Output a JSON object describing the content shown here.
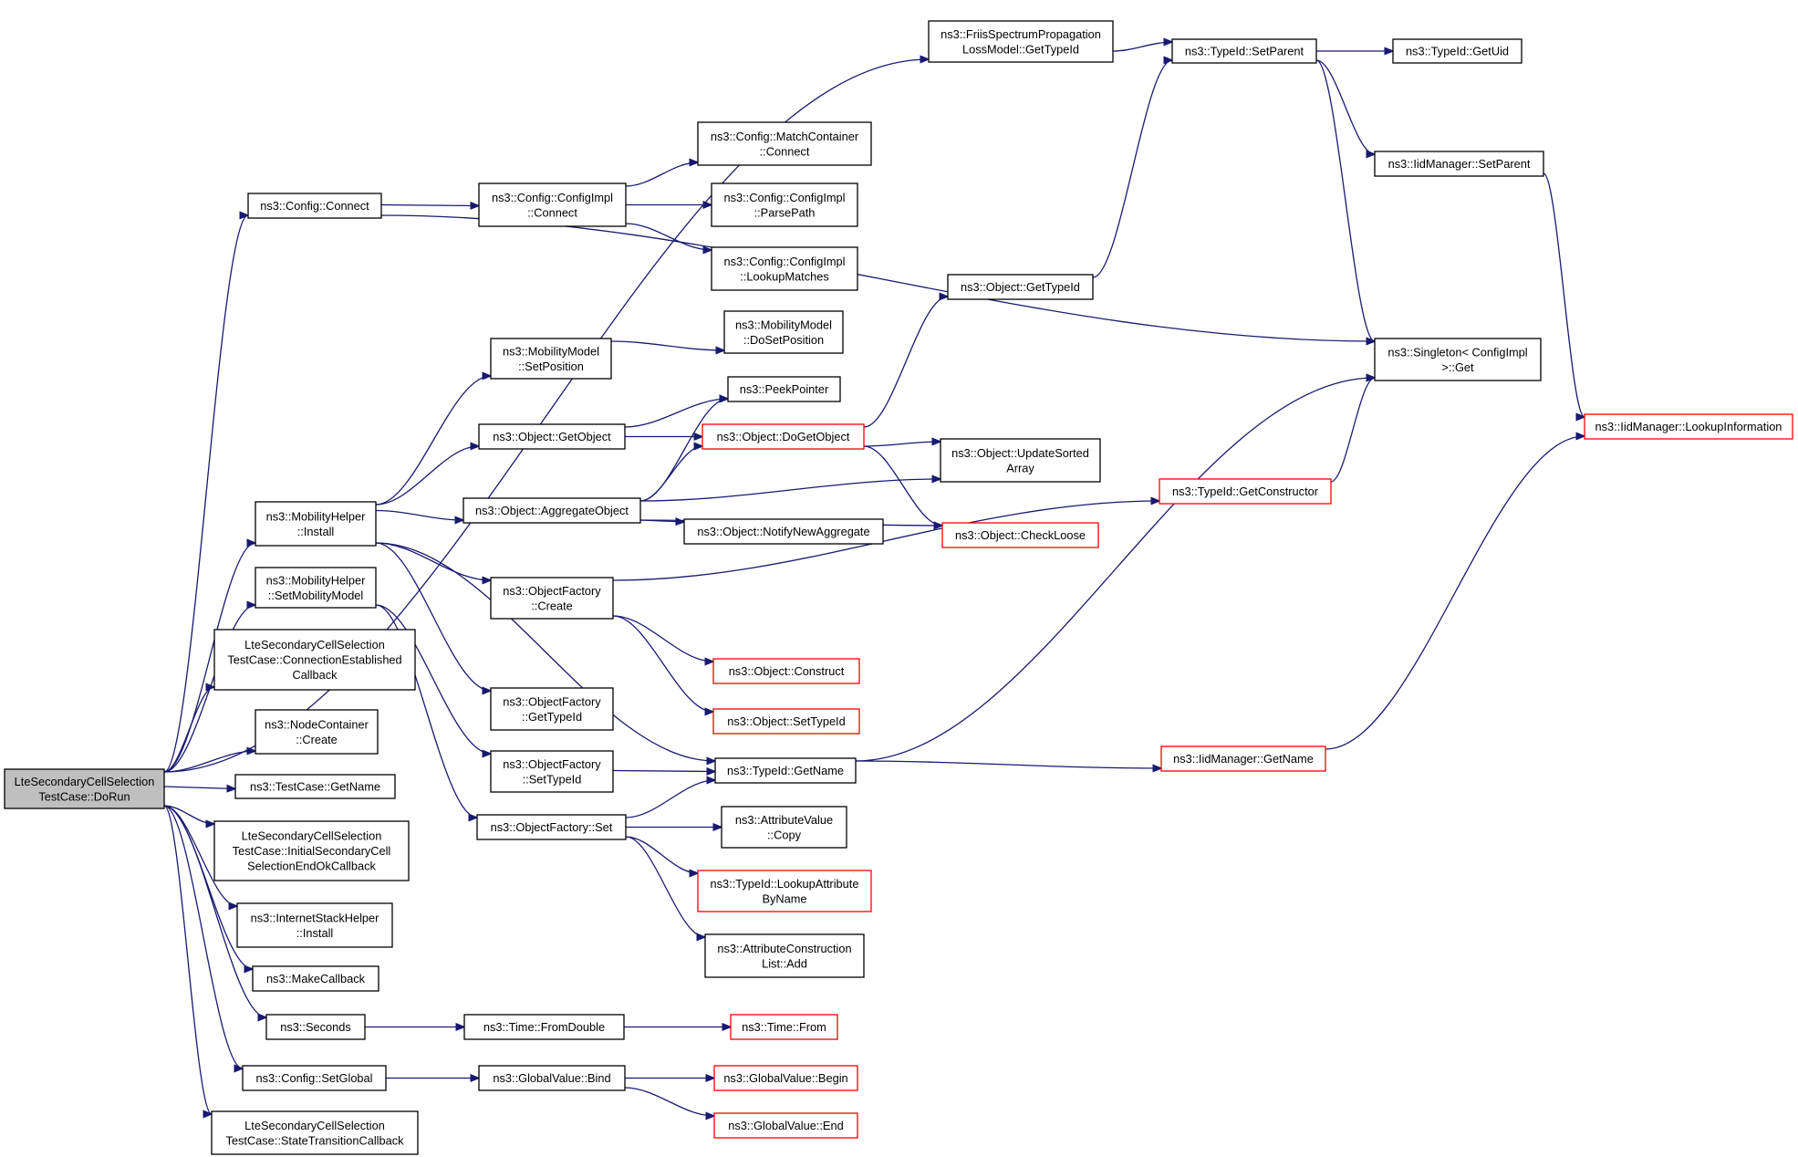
{
  "colors": {
    "edge": "#191970",
    "node_border": "#000000",
    "truncated_node_border": "#ff0000",
    "root_fill": "#bfbfbf",
    "background": "#ffffff"
  },
  "nodes": [
    {
      "id": "dorun",
      "root": true,
      "lines": [
        "LteSecondaryCellSelection",
        "TestCase::DoRun"
      ]
    },
    {
      "id": "friis",
      "lines": [
        "ns3::FriisSpectrumPropagation",
        "LossModel::GetTypeId"
      ]
    },
    {
      "id": "tid_setparent",
      "lines": [
        "ns3::TypeId::SetParent"
      ]
    },
    {
      "id": "tid_getuid",
      "lines": [
        "ns3::TypeId::GetUid"
      ]
    },
    {
      "id": "iid_setparent",
      "lines": [
        "ns3::IidManager::SetParent"
      ]
    },
    {
      "id": "cfg_connect",
      "lines": [
        "ns3::Config::Connect"
      ]
    },
    {
      "id": "cfgimpl_connect",
      "lines": [
        "ns3::Config::ConfigImpl",
        "::Connect"
      ]
    },
    {
      "id": "mc_connect",
      "lines": [
        "ns3::Config::MatchContainer",
        "::Connect"
      ]
    },
    {
      "id": "parsepath",
      "lines": [
        "ns3::Config::ConfigImpl",
        "::ParsePath"
      ]
    },
    {
      "id": "lookupmatches",
      "lines": [
        "ns3::Config::ConfigImpl",
        "::LookupMatches"
      ]
    },
    {
      "id": "obj_gettypeid",
      "lines": [
        "ns3::Object::GetTypeId"
      ]
    },
    {
      "id": "singleton_get",
      "lines": [
        "ns3::Singleton< ConfigImpl",
        " >::Get"
      ]
    },
    {
      "id": "mm_dosetposition",
      "lines": [
        "ns3::MobilityModel",
        "::DoSetPosition"
      ]
    },
    {
      "id": "mm_setposition",
      "lines": [
        "ns3::MobilityModel",
        "::SetPosition"
      ]
    },
    {
      "id": "peekpointer",
      "lines": [
        "ns3::PeekPointer"
      ]
    },
    {
      "id": "obj_getobject",
      "lines": [
        "ns3::Object::GetObject"
      ]
    },
    {
      "id": "obj_dogetobject",
      "truncated": true,
      "lines": [
        "ns3::Object::DoGetObject"
      ]
    },
    {
      "id": "updatesorted",
      "lines": [
        "ns3::Object::UpdateSorted",
        "Array"
      ]
    },
    {
      "id": "iid_lookupinfo",
      "truncated": true,
      "lines": [
        "ns3::IidManager::LookupInformation"
      ]
    },
    {
      "id": "tid_getconstructor",
      "truncated": true,
      "lines": [
        "ns3::TypeId::GetConstructor"
      ]
    },
    {
      "id": "mh_install",
      "lines": [
        "ns3::MobilityHelper",
        "::Install"
      ]
    },
    {
      "id": "aggregateobject",
      "lines": [
        "ns3::Object::AggregateObject"
      ]
    },
    {
      "id": "notifynewaggregate",
      "lines": [
        "ns3::Object::NotifyNewAggregate"
      ]
    },
    {
      "id": "checkloose",
      "truncated": true,
      "lines": [
        "ns3::Object::CheckLoose"
      ]
    },
    {
      "id": "mh_setmobilitymodel",
      "lines": [
        "ns3::MobilityHelper",
        "::SetMobilityModel"
      ]
    },
    {
      "id": "of_create",
      "lines": [
        "ns3::ObjectFactory",
        "::Create"
      ]
    },
    {
      "id": "conn_established",
      "lines": [
        "LteSecondaryCellSelection",
        "TestCase::ConnectionEstablished",
        "Callback"
      ]
    },
    {
      "id": "obj_construct",
      "truncated": true,
      "lines": [
        "ns3::Object::Construct"
      ]
    },
    {
      "id": "of_gettypeid",
      "lines": [
        "ns3::ObjectFactory",
        "::GetTypeId"
      ]
    },
    {
      "id": "obj_settypeid",
      "truncated": true,
      "lines": [
        "ns3::Object::SetTypeId"
      ]
    },
    {
      "id": "nc_create",
      "lines": [
        "ns3::NodeContainer",
        "::Create"
      ]
    },
    {
      "id": "of_settypeid",
      "lines": [
        "ns3::ObjectFactory",
        "::SetTypeId"
      ]
    },
    {
      "id": "tid_getname",
      "lines": [
        "ns3::TypeId::GetName"
      ]
    },
    {
      "id": "iid_getname",
      "truncated": true,
      "lines": [
        "ns3::IidManager::GetName"
      ]
    },
    {
      "id": "tc_getname",
      "lines": [
        "ns3::TestCase::GetName"
      ]
    },
    {
      "id": "attrval_copy",
      "lines": [
        "ns3::AttributeValue",
        "::Copy"
      ]
    },
    {
      "id": "of_set",
      "lines": [
        "ns3::ObjectFactory::Set"
      ]
    },
    {
      "id": "initial_secondary",
      "lines": [
        "LteSecondaryCellSelection",
        "TestCase::InitialSecondaryCell",
        "SelectionEndOkCallback"
      ]
    },
    {
      "id": "tid_lookupattr",
      "truncated": true,
      "lines": [
        "ns3::TypeId::LookupAttribute",
        "ByName"
      ]
    },
    {
      "id": "ish_install",
      "lines": [
        "ns3::InternetStackHelper",
        "::Install"
      ]
    },
    {
      "id": "acl_add",
      "lines": [
        "ns3::AttributeConstruction",
        "List::Add"
      ]
    },
    {
      "id": "makecallback",
      "lines": [
        "ns3::MakeCallback"
      ]
    },
    {
      "id": "seconds",
      "lines": [
        "ns3::Seconds"
      ]
    },
    {
      "id": "time_fromdouble",
      "lines": [
        "ns3::Time::FromDouble"
      ]
    },
    {
      "id": "time_from",
      "truncated": true,
      "lines": [
        "ns3::Time::From"
      ]
    },
    {
      "id": "cfg_setglobal",
      "lines": [
        "ns3::Config::SetGlobal"
      ]
    },
    {
      "id": "gv_bind",
      "lines": [
        "ns3::GlobalValue::Bind"
      ]
    },
    {
      "id": "gv_begin",
      "truncated": true,
      "lines": [
        "ns3::GlobalValue::Begin"
      ]
    },
    {
      "id": "gv_end",
      "truncated": true,
      "lines": [
        "ns3::GlobalValue::End"
      ]
    },
    {
      "id": "state_transition",
      "lines": [
        "LteSecondaryCellSelection",
        "TestCase::StateTransitionCallback"
      ]
    }
  ],
  "edges": [
    [
      "dorun",
      "friis"
    ],
    [
      "dorun",
      "cfg_connect"
    ],
    [
      "dorun",
      "mh_install"
    ],
    [
      "dorun",
      "mh_setmobilitymodel"
    ],
    [
      "dorun",
      "conn_established"
    ],
    [
      "dorun",
      "nc_create"
    ],
    [
      "dorun",
      "tc_getname"
    ],
    [
      "dorun",
      "initial_secondary"
    ],
    [
      "dorun",
      "ish_install"
    ],
    [
      "dorun",
      "makecallback"
    ],
    [
      "dorun",
      "seconds"
    ],
    [
      "dorun",
      "cfg_setglobal"
    ],
    [
      "dorun",
      "state_transition"
    ],
    [
      "friis",
      "tid_setparent"
    ],
    [
      "tid_setparent",
      "tid_getuid"
    ],
    [
      "tid_setparent",
      "iid_setparent"
    ],
    [
      "tid_setparent",
      "singleton_get"
    ],
    [
      "iid_setparent",
      "iid_lookupinfo"
    ],
    [
      "cfg_connect",
      "cfgimpl_connect"
    ],
    [
      "cfg_connect",
      "singleton_get"
    ],
    [
      "cfgimpl_connect",
      "mc_connect"
    ],
    [
      "cfgimpl_connect",
      "parsepath"
    ],
    [
      "cfgimpl_connect",
      "lookupmatches"
    ],
    [
      "obj_gettypeid",
      "tid_setparent"
    ],
    [
      "mh_install",
      "mm_setposition"
    ],
    [
      "mh_install",
      "obj_getobject"
    ],
    [
      "mh_install",
      "aggregateobject"
    ],
    [
      "mh_install",
      "of_create"
    ],
    [
      "mh_install",
      "of_gettypeid"
    ],
    [
      "mh_install",
      "tid_getname"
    ],
    [
      "mm_setposition",
      "mm_dosetposition"
    ],
    [
      "obj_getobject",
      "peekpointer"
    ],
    [
      "obj_getobject",
      "obj_dogetobject"
    ],
    [
      "obj_dogetobject",
      "obj_gettypeid"
    ],
    [
      "obj_dogetobject",
      "updatesorted"
    ],
    [
      "obj_dogetobject",
      "checkloose"
    ],
    [
      "aggregateobject",
      "peekpointer"
    ],
    [
      "aggregateobject",
      "obj_dogetobject"
    ],
    [
      "aggregateobject",
      "updatesorted"
    ],
    [
      "aggregateobject",
      "notifynewaggregate"
    ],
    [
      "aggregateobject",
      "checkloose"
    ],
    [
      "mh_setmobilitymodel",
      "of_settypeid"
    ],
    [
      "mh_setmobilitymodel",
      "of_set"
    ],
    [
      "of_create",
      "tid_getconstructor"
    ],
    [
      "of_create",
      "obj_construct"
    ],
    [
      "of_create",
      "obj_settypeid"
    ],
    [
      "tid_getconstructor",
      "singleton_get"
    ],
    [
      "of_settypeid",
      "tid_getname"
    ],
    [
      "tid_getname",
      "singleton_get"
    ],
    [
      "tid_getname",
      "iid_getname"
    ],
    [
      "iid_getname",
      "iid_lookupinfo"
    ],
    [
      "of_set",
      "tid_getname"
    ],
    [
      "of_set",
      "attrval_copy"
    ],
    [
      "of_set",
      "tid_lookupattr"
    ],
    [
      "of_set",
      "acl_add"
    ],
    [
      "seconds",
      "time_fromdouble"
    ],
    [
      "time_fromdouble",
      "time_from"
    ],
    [
      "cfg_setglobal",
      "gv_bind"
    ],
    [
      "gv_bind",
      "gv_begin"
    ],
    [
      "gv_bind",
      "gv_end"
    ]
  ]
}
